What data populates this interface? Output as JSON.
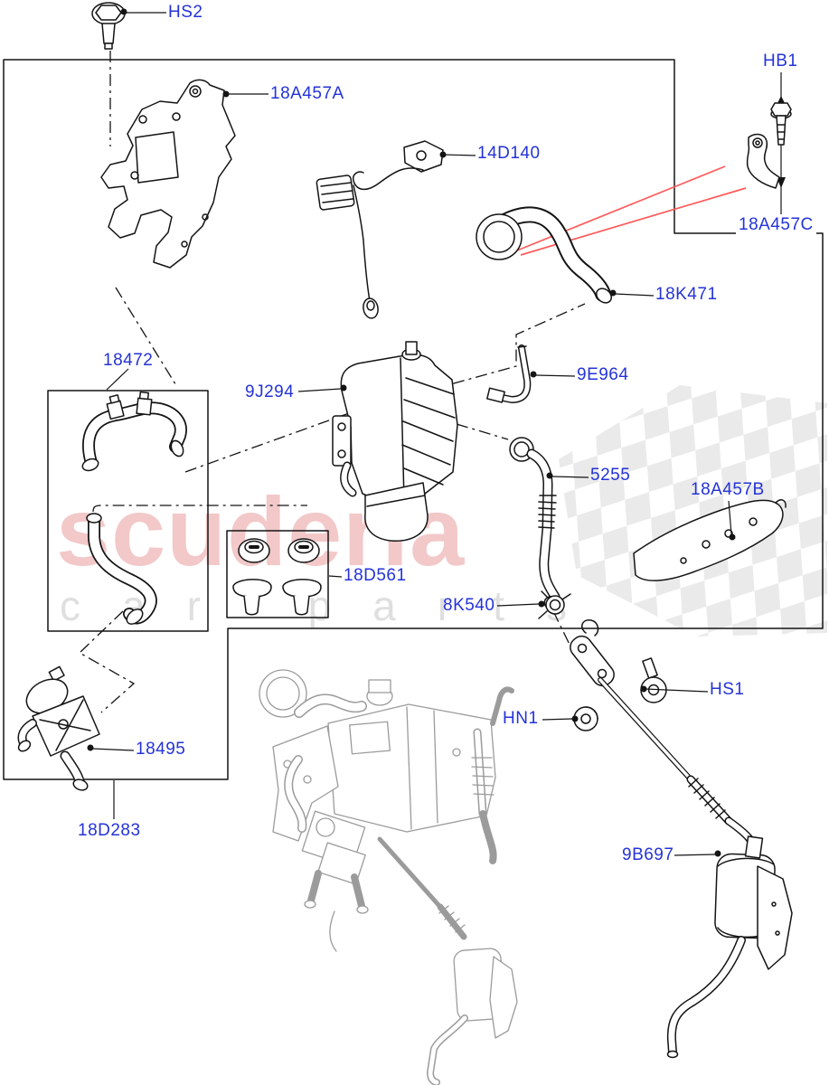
{
  "colors": {
    "label": "#2433d8",
    "line": "#141414",
    "red": "#ff5a5a",
    "ghost": "#9b9b9b",
    "flag": "#d8d8d8",
    "watermark_text": "#e89c9c",
    "watermark_sub": "#dcdcdc"
  },
  "watermark": {
    "brand": "scuderia",
    "sub": "car parts"
  },
  "labels": {
    "hs2": "HS2",
    "bracket_a": "18A457A",
    "harness_14d140": "14D140",
    "hb1": "HB1",
    "bracket_c": "18A457C",
    "hose_18k471": "18K471",
    "hose_18472": "18472",
    "heater_9j294": "9J294",
    "vent_9e964": "9E964",
    "pipe_5255": "5255",
    "bracket_b": "18A457B",
    "grommet_kit_18d561": "18D561",
    "clamp_8k540": "8K540",
    "hs1": "HS1",
    "hn1": "HN1",
    "valve_18495": "18495",
    "kit_18d283": "18D283",
    "exhaust_9b697": "9B697"
  }
}
